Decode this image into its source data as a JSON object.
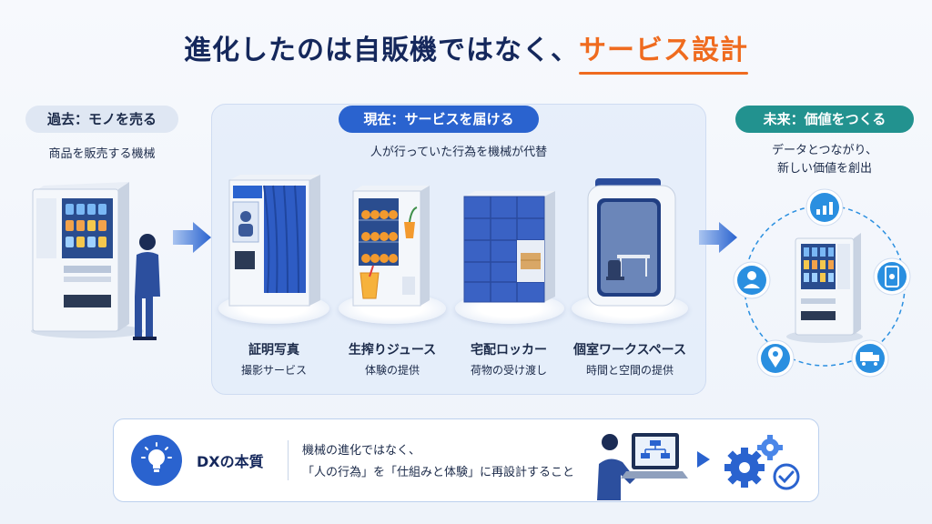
{
  "title": {
    "main": "進化したのは自販機ではなく、",
    "highlight": "サービス設計"
  },
  "past": {
    "label": "過去：モノを売る",
    "desc": "商品を販売する機械"
  },
  "present": {
    "label": "現在：サービスを届ける",
    "desc": "人が行っていた行為を機械が代替",
    "items": [
      {
        "name": "証明写真",
        "sub": "撮影サービス"
      },
      {
        "name": "生搾りジュース",
        "sub": "体験の提供"
      },
      {
        "name": "宅配ロッカー",
        "sub": "荷物の受け渡し"
      },
      {
        "name": "個室ワークスペース",
        "sub": "時間と空間の提供"
      }
    ]
  },
  "future": {
    "label": "未来：価値をつくる",
    "desc_line1": "データとつながり、",
    "desc_line2": "新しい価値を創出"
  },
  "essence": {
    "title": "DXの本質",
    "line1": "機械の進化ではなく、",
    "line2": "「人の行為」を「仕組みと体験」に再設計すること"
  },
  "colors": {
    "primary_blue": "#2a63cf",
    "navy": "#15285c",
    "accent_orange": "#ef6b1f",
    "teal": "#22928f"
  },
  "icons": [
    "chart-icon",
    "smartphone-icon",
    "truck-icon",
    "location-pin-icon",
    "user-icon",
    "lightbulb-icon",
    "gear-icon",
    "checkmark-icon",
    "laptop-icon"
  ]
}
